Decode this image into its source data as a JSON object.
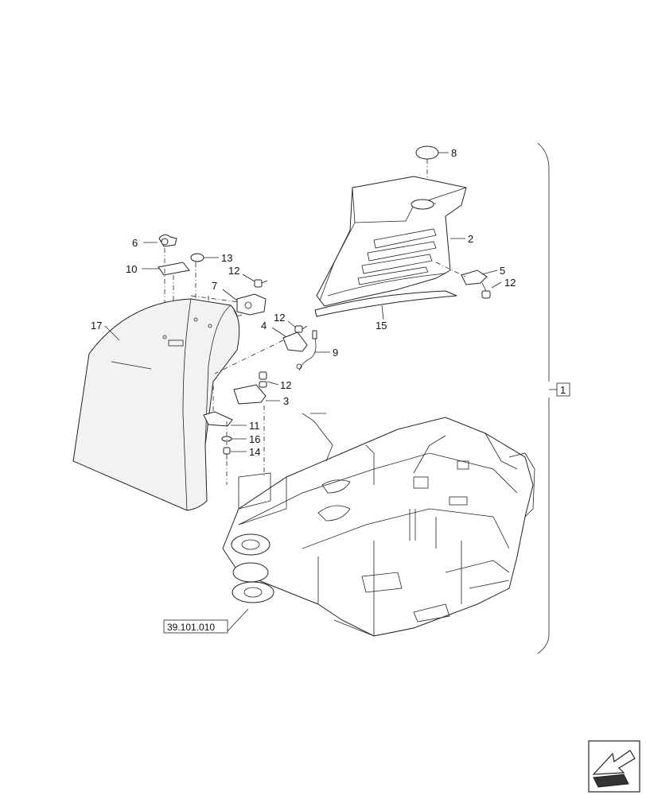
{
  "callouts": {
    "c1": "1",
    "c2": "2",
    "c3": "3",
    "c4": "4",
    "c5": "5",
    "c6": "6",
    "c7": "7",
    "c8": "8",
    "c9": "9",
    "c10": "10",
    "c11": "11",
    "c12a": "12",
    "c12b": "12",
    "c12c": "12",
    "c12d": "12",
    "c13": "13",
    "c14": "14",
    "c15": "15",
    "c16": "16",
    "c17": "17"
  },
  "reference_box": "39.101.010",
  "nav_icon": "next-page-arrow-icon"
}
